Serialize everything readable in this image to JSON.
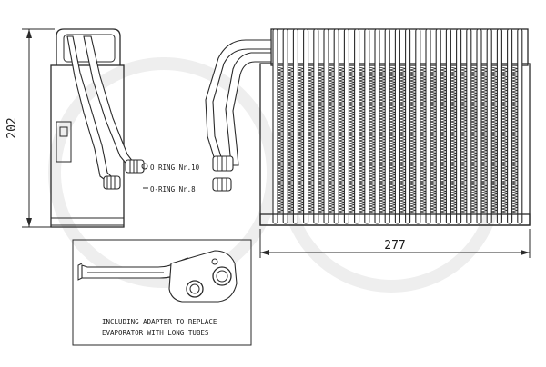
{
  "dimensions": {
    "height": "202",
    "width": "277"
  },
  "labels": {
    "oring_large": "O RING Nr.10",
    "oring_small": "O-RING Nr.8"
  },
  "inset": {
    "caption_line1": "INCLUDING ADAPTER TO REPLACE",
    "caption_line2": "EVAPORATOR WITH LONG TUBES"
  },
  "colors": {
    "ink": "#2a2a2a",
    "background": "#ffffff",
    "watermark": "#eeeeee"
  }
}
